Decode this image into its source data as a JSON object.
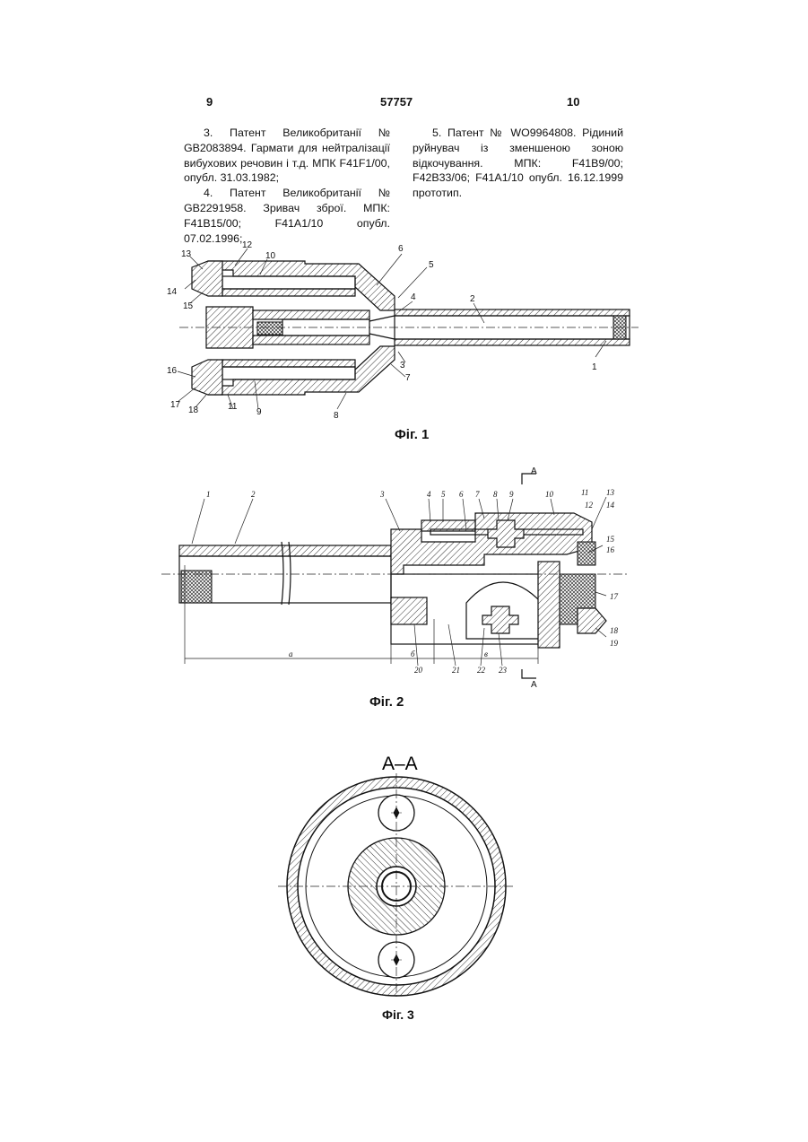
{
  "header": {
    "left_page": "9",
    "patent_no": "57757",
    "right_page": "10"
  },
  "refs_left": [
    "3. Патент Великобританії № GB2083894. Гармати для нейтралізації вибухових речовин і т.д. МПК F41F1/00, опубл. 31.03.1982;",
    "4. Патент Великобританії № GB2291958. Зривач зброї. МПК: F41B15/00; F41A1/10 опубл. 07.02.1996;"
  ],
  "refs_right": [
    "5. Патент № WO9964808. Рідиний руйнувач із зменшеною зоною відкочування. МПК: F41B9/00; F42B33/06; F41A1/10 опубл. 16.12.1999 прототип."
  ],
  "fig1": {
    "caption": "Фіг. 1",
    "labels": [
      "1",
      "2",
      "3",
      "4",
      "5",
      "6",
      "7",
      "8",
      "9",
      "10",
      "11",
      "12",
      "13",
      "14",
      "15",
      "16",
      "17",
      "18"
    ]
  },
  "fig2": {
    "caption": "Фіг. 2",
    "labels": [
      "1",
      "2",
      "3",
      "4",
      "5",
      "6",
      "7",
      "8",
      "9",
      "10",
      "11",
      "12",
      "13",
      "14",
      "15",
      "16",
      "17",
      "18",
      "19",
      "20",
      "21",
      "22",
      "23"
    ],
    "section_mark": "A",
    "dims": [
      "a",
      "б",
      "в"
    ]
  },
  "fig3": {
    "section_title": "А–А",
    "caption": "Фіг. 3"
  }
}
